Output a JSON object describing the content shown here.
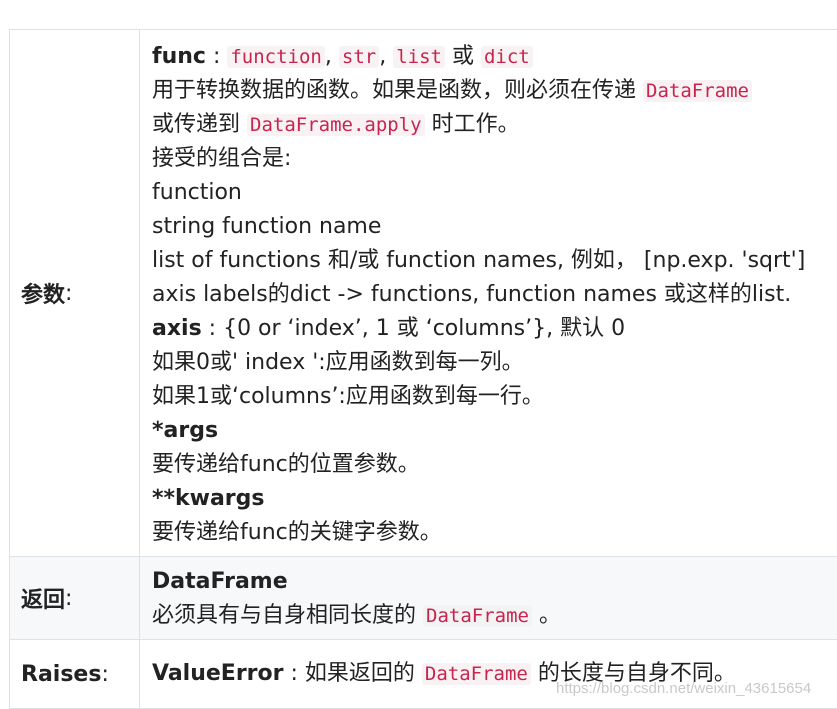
{
  "rows": [
    {
      "label": "参数",
      "label_suffix": ":",
      "func": {
        "name": "func",
        "sep": ":",
        "types": [
          "function",
          "str",
          "list",
          "dict"
        ],
        "comma": ",",
        "or": "或"
      },
      "line2_text": "用于转换数据的函数。如果是函数，则必须在传递",
      "line2_code": "DataFrame",
      "line3_pre": "或传递到",
      "line3_code": "DataFrame.apply",
      "line3_post": "时工作。",
      "lines": [
        "接受的组合是:",
        "function",
        "string function name",
        "list of functions 和/或 function names, 例如， [np.exp. 'sqrt']",
        "axis labels的dict -> functions, function names 或这样的list."
      ],
      "axis_name": "axis",
      "axis_desc": " : {0 or ‘index’, 1 或 ‘columns’}, 默认 0",
      "axis_lines": [
        "如果0或' index ':应用函数到每一列。",
        "如果1或‘columns’:应用函数到每一行。"
      ],
      "args_name": "*args",
      "args_desc": "要传递给func的位置参数。",
      "kwargs_name": "**kwargs",
      "kwargs_desc": "要传递给func的关键字参数。"
    },
    {
      "label": "返回",
      "label_suffix": ":",
      "title": "DataFrame",
      "desc_pre": "必须具有与自身相同长度的",
      "desc_code": "DataFrame",
      "desc_post": "。"
    },
    {
      "label": "Raises",
      "label_suffix": ":",
      "title": "ValueError",
      "desc_pre": " : 如果返回的",
      "desc_code": "DataFrame",
      "desc_post": "的长度与自身不同。"
    }
  ],
  "watermark": "https://blog.csdn.net/weixin_43615654"
}
